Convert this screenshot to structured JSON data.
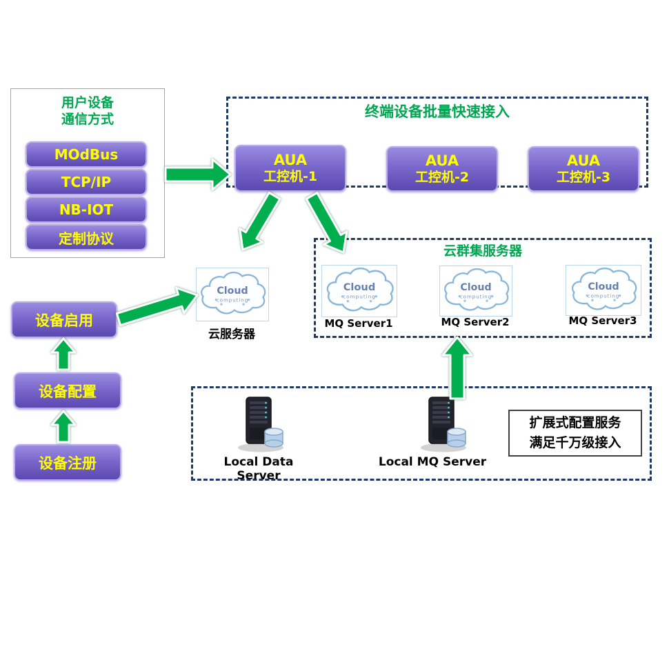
{
  "colors": {
    "purple_light": "#9a8ce0",
    "purple_mid": "#7a68cc",
    "purple_dark": "#5b48b0",
    "purple_border": "#b9aee8",
    "yellow": "#ffff00",
    "green_text": "#00a651",
    "arrow_green": "#00ae4d",
    "navy_dash": "#1f3864",
    "cloud_stroke": "#8ab6d9",
    "cloud_text": "#687fae"
  },
  "user_device_box": {
    "title_line1": "用户设备",
    "title_line2": "通信方式",
    "items": [
      {
        "label": "MOdBus"
      },
      {
        "label": "TCP/IP"
      },
      {
        "label": "NB-IOT"
      },
      {
        "label": "定制协议"
      }
    ]
  },
  "terminal_box": {
    "title": "终端设备批量快速接入",
    "nodes": [
      {
        "line1": "AUA",
        "line2": "工控机-1"
      },
      {
        "line1": "AUA",
        "line2": "工控机-2"
      },
      {
        "line1": "AUA",
        "line2": "工控机-3"
      }
    ]
  },
  "cloud_server": {
    "label": "云服务器"
  },
  "cluster_box": {
    "title": "云群集服务器",
    "nodes": [
      {
        "label": "MQ Server1"
      },
      {
        "label": "MQ Server2"
      },
      {
        "label": "MQ Server3"
      }
    ]
  },
  "device_flow": {
    "steps": [
      {
        "label": "设备启用"
      },
      {
        "label": "设备配置"
      },
      {
        "label": "设备注册"
      }
    ]
  },
  "local_box": {
    "servers": [
      {
        "label": "Local Data Server"
      },
      {
        "label": "Local MQ Server"
      }
    ],
    "note_line1": "扩展式配置服务",
    "note_line2": "满足千万级接入"
  },
  "cloud_icon": {
    "title": "Cloud",
    "subtitle": "computing"
  }
}
